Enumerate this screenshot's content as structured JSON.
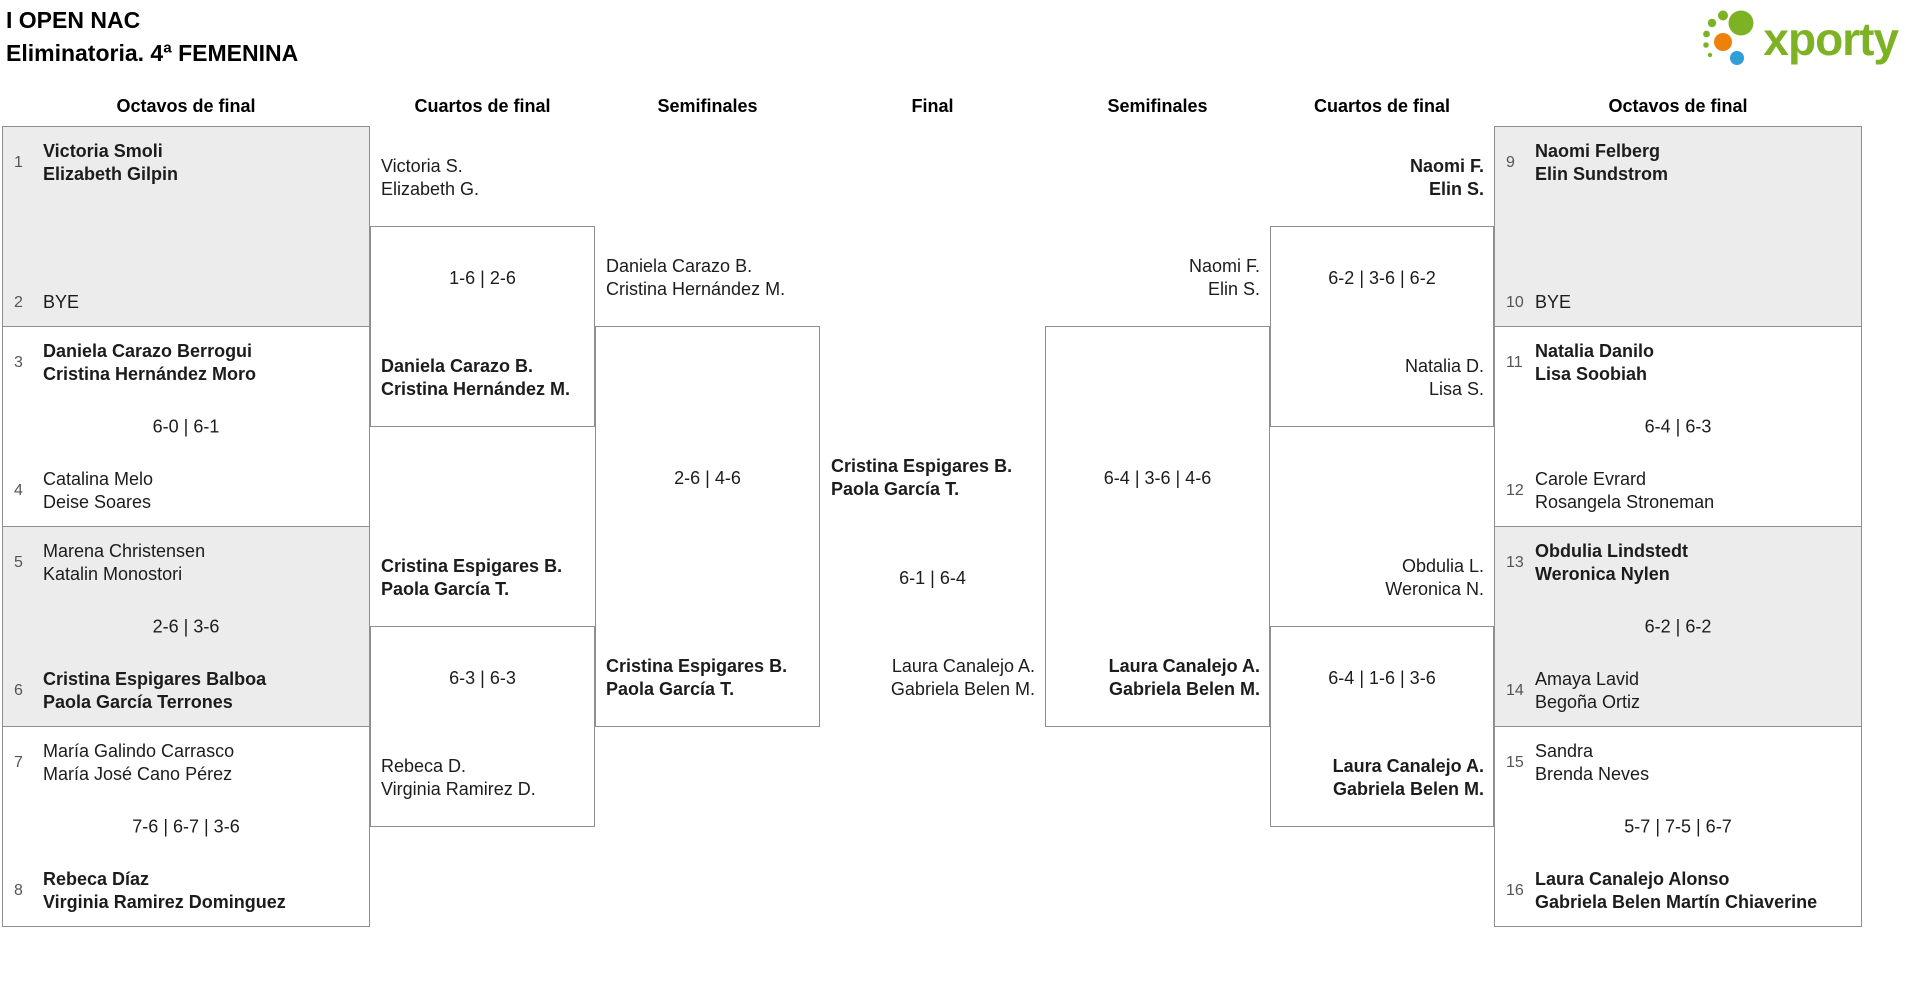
{
  "page": {
    "title": "I OPEN NAC",
    "subtitle": "Eliminatoria. 4ª FEMENINA"
  },
  "logo": {
    "text": "xporty",
    "green": "#7db225",
    "orange": "#ef8109",
    "blue": "#2f9fd8"
  },
  "headers": {
    "octavos_left": "Octavos de final",
    "cuartos_left": "Cuartos de final",
    "semis_left": "Semifinales",
    "final": "Final",
    "semis_right": "Semifinales",
    "cuartos_right": "Cuartos de final",
    "octavos_right": "Octavos de final"
  },
  "r16L": [
    {
      "seed_a": "1",
      "a1": "Victoria Smoli",
      "a2": "Elizabeth Gilpin",
      "score": "",
      "seed_b": "2",
      "b1": "BYE",
      "winner": "a"
    },
    {
      "seed_a": "3",
      "a1": "Daniela Carazo Berrogui",
      "a2": "Cristina Hernández Moro",
      "score": "6-0 | 6-1",
      "seed_b": "4",
      "b1": "Catalina Melo",
      "b2": "Deise Soares",
      "winner": "a"
    },
    {
      "seed_a": "5",
      "a1": "Marena Christensen",
      "a2": "Katalin Monostori",
      "score": "2-6 | 3-6",
      "seed_b": "6",
      "b1": "Cristina Espigares Balboa",
      "b2": "Paola García Terrones",
      "winner": "b"
    },
    {
      "seed_a": "7",
      "a1": "María Galindo Carrasco",
      "a2": "María José Cano Pérez",
      "score": "7-6 | 6-7 | 3-6",
      "seed_b": "8",
      "b1": "Rebeca Díaz",
      "b2": "Virginia Ramirez Dominguez",
      "winner": "b"
    }
  ],
  "r16R": [
    {
      "seed_a": "9",
      "a1": "Naomi Felberg",
      "a2": "Elin Sundstrom",
      "score": "",
      "seed_b": "10",
      "b1": "BYE",
      "winner": "a"
    },
    {
      "seed_a": "11",
      "a1": "Natalia Danilo",
      "a2": "Lisa Soobiah",
      "score": "6-4 | 6-3",
      "seed_b": "12",
      "b1": "Carole Evrard",
      "b2": "Rosangela Stroneman",
      "winner": "a"
    },
    {
      "seed_a": "13",
      "a1": "Obdulia Lindstedt",
      "a2": "Weronica Nylen",
      "score": "6-2 | 6-2",
      "seed_b": "14",
      "b1": "Amaya Lavid",
      "b2": "Begoña Ortiz",
      "winner": "a"
    },
    {
      "seed_a": "15",
      "a1": "Sandra",
      "a2": "Brenda Neves",
      "score": "5-7 | 7-5 | 6-7",
      "seed_b": "16",
      "b1": "Laura Canalejo Alonso",
      "b2": "Gabriela Belen Martín Chiaverine",
      "winner": "b"
    }
  ],
  "qfL": [
    {
      "a1": "Victoria S.",
      "a2": "Elizabeth G.",
      "score": "1-6 | 2-6",
      "b1": "Daniela Carazo B.",
      "b2": "Cristina Hernández M.",
      "winner": "b"
    },
    {
      "a1": "Cristina Espigares B.",
      "a2": "Paola García T.",
      "score": "6-3 | 6-3",
      "b1": "Rebeca D.",
      "b2": "Virginia Ramirez D.",
      "winner": "a"
    }
  ],
  "qfR": [
    {
      "a1": "Naomi F.",
      "a2": "Elin S.",
      "score": "6-2 | 3-6 | 6-2",
      "b1": "Natalia D.",
      "b2": "Lisa S.",
      "winner": "a"
    },
    {
      "a1": "Obdulia L.",
      "a2": "Weronica N.",
      "score": "6-4 | 1-6 | 3-6",
      "b1": "Laura Canalejo A.",
      "b2": "Gabriela Belen M.",
      "winner": "b"
    }
  ],
  "sfL": {
    "a1": "Daniela Carazo B.",
    "a2": "Cristina Hernández M.",
    "score": "2-6 | 4-6",
    "b1": "Cristina Espigares B.",
    "b2": "Paola García T.",
    "winner": "b"
  },
  "sfR": {
    "a1": "Naomi F.",
    "a2": "Elin S.",
    "score": "6-4 | 3-6 | 4-6",
    "b1": "Laura Canalejo A.",
    "b2": "Gabriela Belen M.",
    "winner": "b"
  },
  "final": {
    "a1": "Cristina Espigares B.",
    "a2": "Paola García T.",
    "score": "6-1 | 6-4",
    "b1": "Laura Canalejo A.",
    "b2": "Gabriela Belen M.",
    "winner": "a"
  }
}
